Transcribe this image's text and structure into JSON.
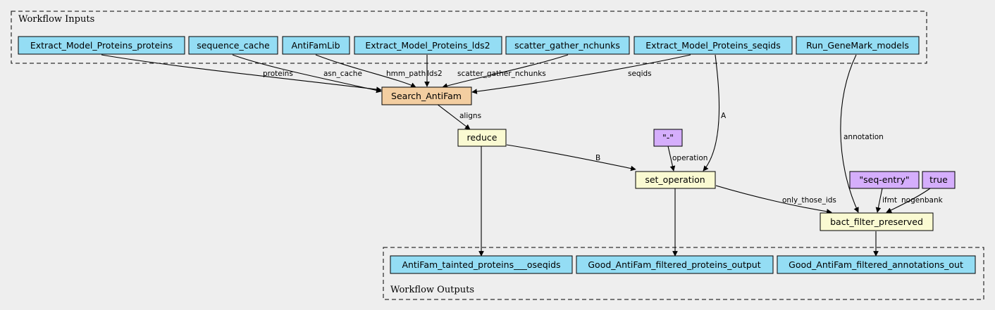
{
  "clusters": {
    "inputs_label": "Workflow Inputs",
    "outputs_label": "Workflow Outputs"
  },
  "colors": {
    "io_node": "#94ddf4",
    "step_main": "#f3cea1",
    "step": "#fafad2",
    "constant": "#d5aefc",
    "background": "#eeeeee"
  },
  "nodes": {
    "in_proteins": "Extract_Model_Proteins_proteins",
    "in_seq_cache": "sequence_cache",
    "in_antifamlib": "AntiFamLib",
    "in_lds2": "Extract_Model_Proteins_lds2",
    "in_nchunks": "scatter_gather_nchunks",
    "in_seqids": "Extract_Model_Proteins_seqids",
    "in_genemark": "Run_GeneMark_models",
    "search_antifam": "Search_AntiFam",
    "reduce": "reduce",
    "const_dash": "\"-\"",
    "set_operation": "set_operation",
    "const_seq_entry": "\"seq-entry\"",
    "const_true": "true",
    "bact_filter": "bact_filter_preserved",
    "out_tainted": "AntiFam_tainted_proteins___oseqids",
    "out_proteins": "Good_AntiFam_filtered_proteins_output",
    "out_annotations": "Good_AntiFam_filtered_annotations_out"
  },
  "edge_labels": {
    "proteins": "proteins",
    "asn_cache": "asn_cache",
    "hmm_path": "hmm_path",
    "lds2": "lds2",
    "scatter_gather_nchunks": "scatter_gather_nchunks",
    "seqids": "seqids",
    "aligns": "aligns",
    "a": "A",
    "b": "B",
    "operation": "operation",
    "annotation": "annotation",
    "ifmt": "ifmt",
    "nogenbank": "nogenbank",
    "only_those_ids": "only_those_ids"
  }
}
